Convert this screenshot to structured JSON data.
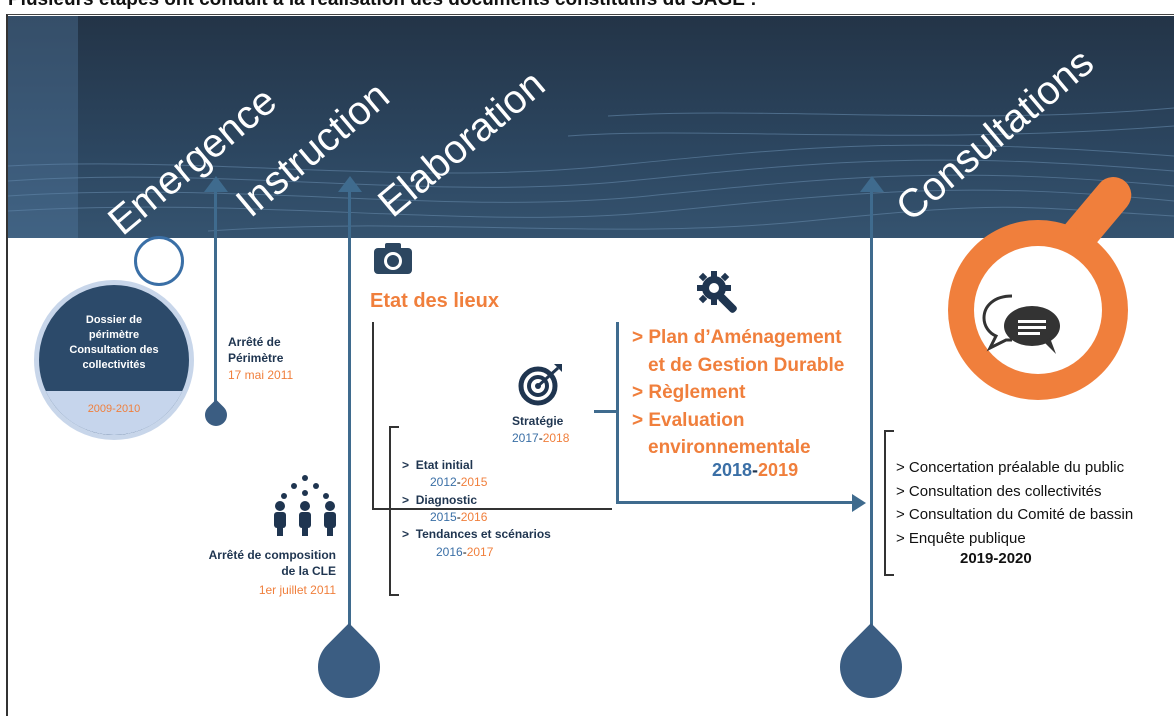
{
  "title": "Plusieurs étapes ont conduit à la réalisation des documents constitutifs du SAGE :",
  "phases": [
    "Emergence",
    "Instruction",
    "Elaboration",
    "Consultations"
  ],
  "emergence": {
    "circle_lines": [
      "Dossier de",
      "périmètre",
      "Consultation des",
      "collectivités"
    ],
    "years": "2009-2010"
  },
  "instruction": {
    "arrete_perimetre": [
      "Arrêté de",
      "Périmètre"
    ],
    "arrete_perimetre_date": "17 mai 2011",
    "arrete_cle": "Arrêté de composition",
    "arrete_cle_2": "de la CLE",
    "arrete_cle_date": "1er juillet 2011"
  },
  "elaboration": {
    "etat_des_lieux": "Etat des lieux",
    "items": [
      {
        "label": "Etat initial",
        "years": "2012-2015",
        "y1": "2012",
        "y2": "2015"
      },
      {
        "label": "Diagnostic",
        "years": "2015-2016",
        "y1": "2015",
        "y2": "2016"
      },
      {
        "label": "Tendances et scénarios",
        "years": "2016-2017",
        "y1": "2016",
        "y2": "2017"
      }
    ],
    "strategie": "Stratégie",
    "strategie_years": {
      "y1": "2017",
      "y2": "2018"
    },
    "documents": [
      "> Plan d’Aménagement",
      "et de Gestion Durable",
      "> Règlement",
      "> Evaluation",
      "environnementale"
    ],
    "documents_years": {
      "y1": "2018",
      "y2": "2019"
    }
  },
  "consultations": {
    "items": [
      "> Concertation préalable du public",
      "> Consultation des collectivités",
      "> Consultation du Comité de bassin",
      "> Enquête publique"
    ],
    "years": "2019-2020"
  },
  "colors": {
    "navy": "#1f3550",
    "blue": "#3a6fa6",
    "orange": "#f07f3c",
    "banner": "#2c4660"
  },
  "icons": [
    "camera-icon",
    "gear-wrench-icon",
    "target-icon",
    "people-icon",
    "chat-bubbles-icon",
    "magnifier-icon"
  ]
}
